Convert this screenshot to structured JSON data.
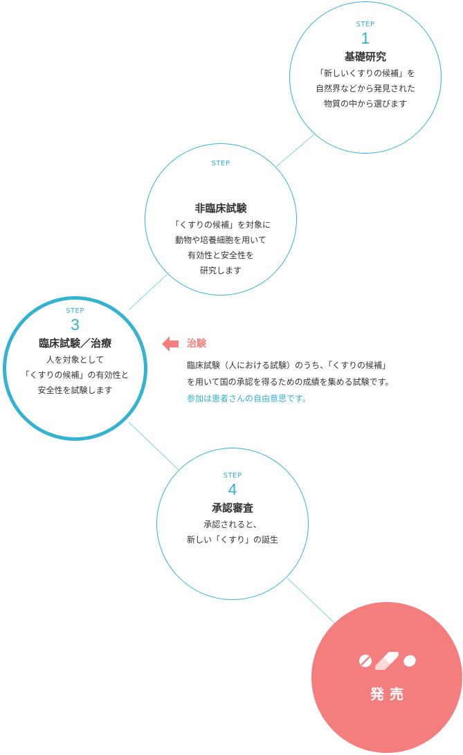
{
  "steps": {
    "step1": {
      "label": "STEP",
      "number": "1",
      "title": "基礎研究",
      "desc": [
        "「新しいくすりの候補」を",
        "自然界などから発見された",
        "物質の中から選びます"
      ]
    },
    "step2": {
      "label": "STEP",
      "number": "",
      "title": "非臨床試験",
      "desc": [
        "「くすりの候補」を対象に",
        "動物や培養細胞を用いて",
        "有効性と安全性を",
        "研究します"
      ]
    },
    "step3": {
      "label": "STEP",
      "number": "3",
      "title": "臨床試験／治療",
      "desc": [
        "人を対象として",
        "「くすりの候補」の有効性と",
        "安全性を試験します"
      ]
    },
    "step4": {
      "label": "STEP",
      "number": "4",
      "title": "承認審査",
      "desc": [
        "承認されると、",
        "新しい「くすり」の誕生"
      ]
    }
  },
  "release": {
    "label": "発売",
    "icons": [
      "tablet-icon",
      "capsule-icon",
      "tablet-icon"
    ]
  },
  "chiken": {
    "title": "治験",
    "lines": [
      "臨床試験（人における試験）のうち、「くすりの候補」",
      "を用いて国の承認を得るための成績を集める試験です。"
    ],
    "note": "参加は患者さんの自由意思です。"
  },
  "colors": {
    "accent_blue": "#33b3d0",
    "accent_coral": "#f47e7e",
    "text": "#333333",
    "background": "#ffffff"
  }
}
